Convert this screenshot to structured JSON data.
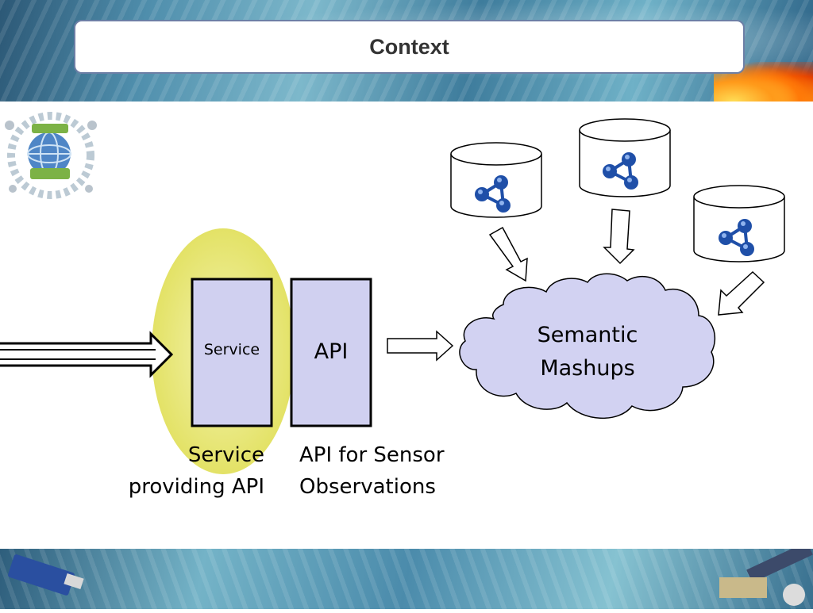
{
  "slide": {
    "title": "Context"
  },
  "diagram": {
    "service_box_label": "Service",
    "api_box_label": "API",
    "cloud_label_line1": "Semantic",
    "cloud_label_line2": "Mashups",
    "caption_service_line1": "Service",
    "caption_service_line2": "providing API",
    "caption_api_line1": "API for Sensor",
    "caption_api_line2": "Observations"
  },
  "colors": {
    "box_fill": "#d0d0f0",
    "cloud_fill": "#d2d2f2",
    "highlight": "#e9e87a",
    "node_blue": "#1f4fa8",
    "title_border": "#6d7fa6"
  },
  "icons": [
    "sensor-grid-logo",
    "linked-data-icon",
    "fire-image",
    "satellite-image",
    "sensor-board-image"
  ]
}
